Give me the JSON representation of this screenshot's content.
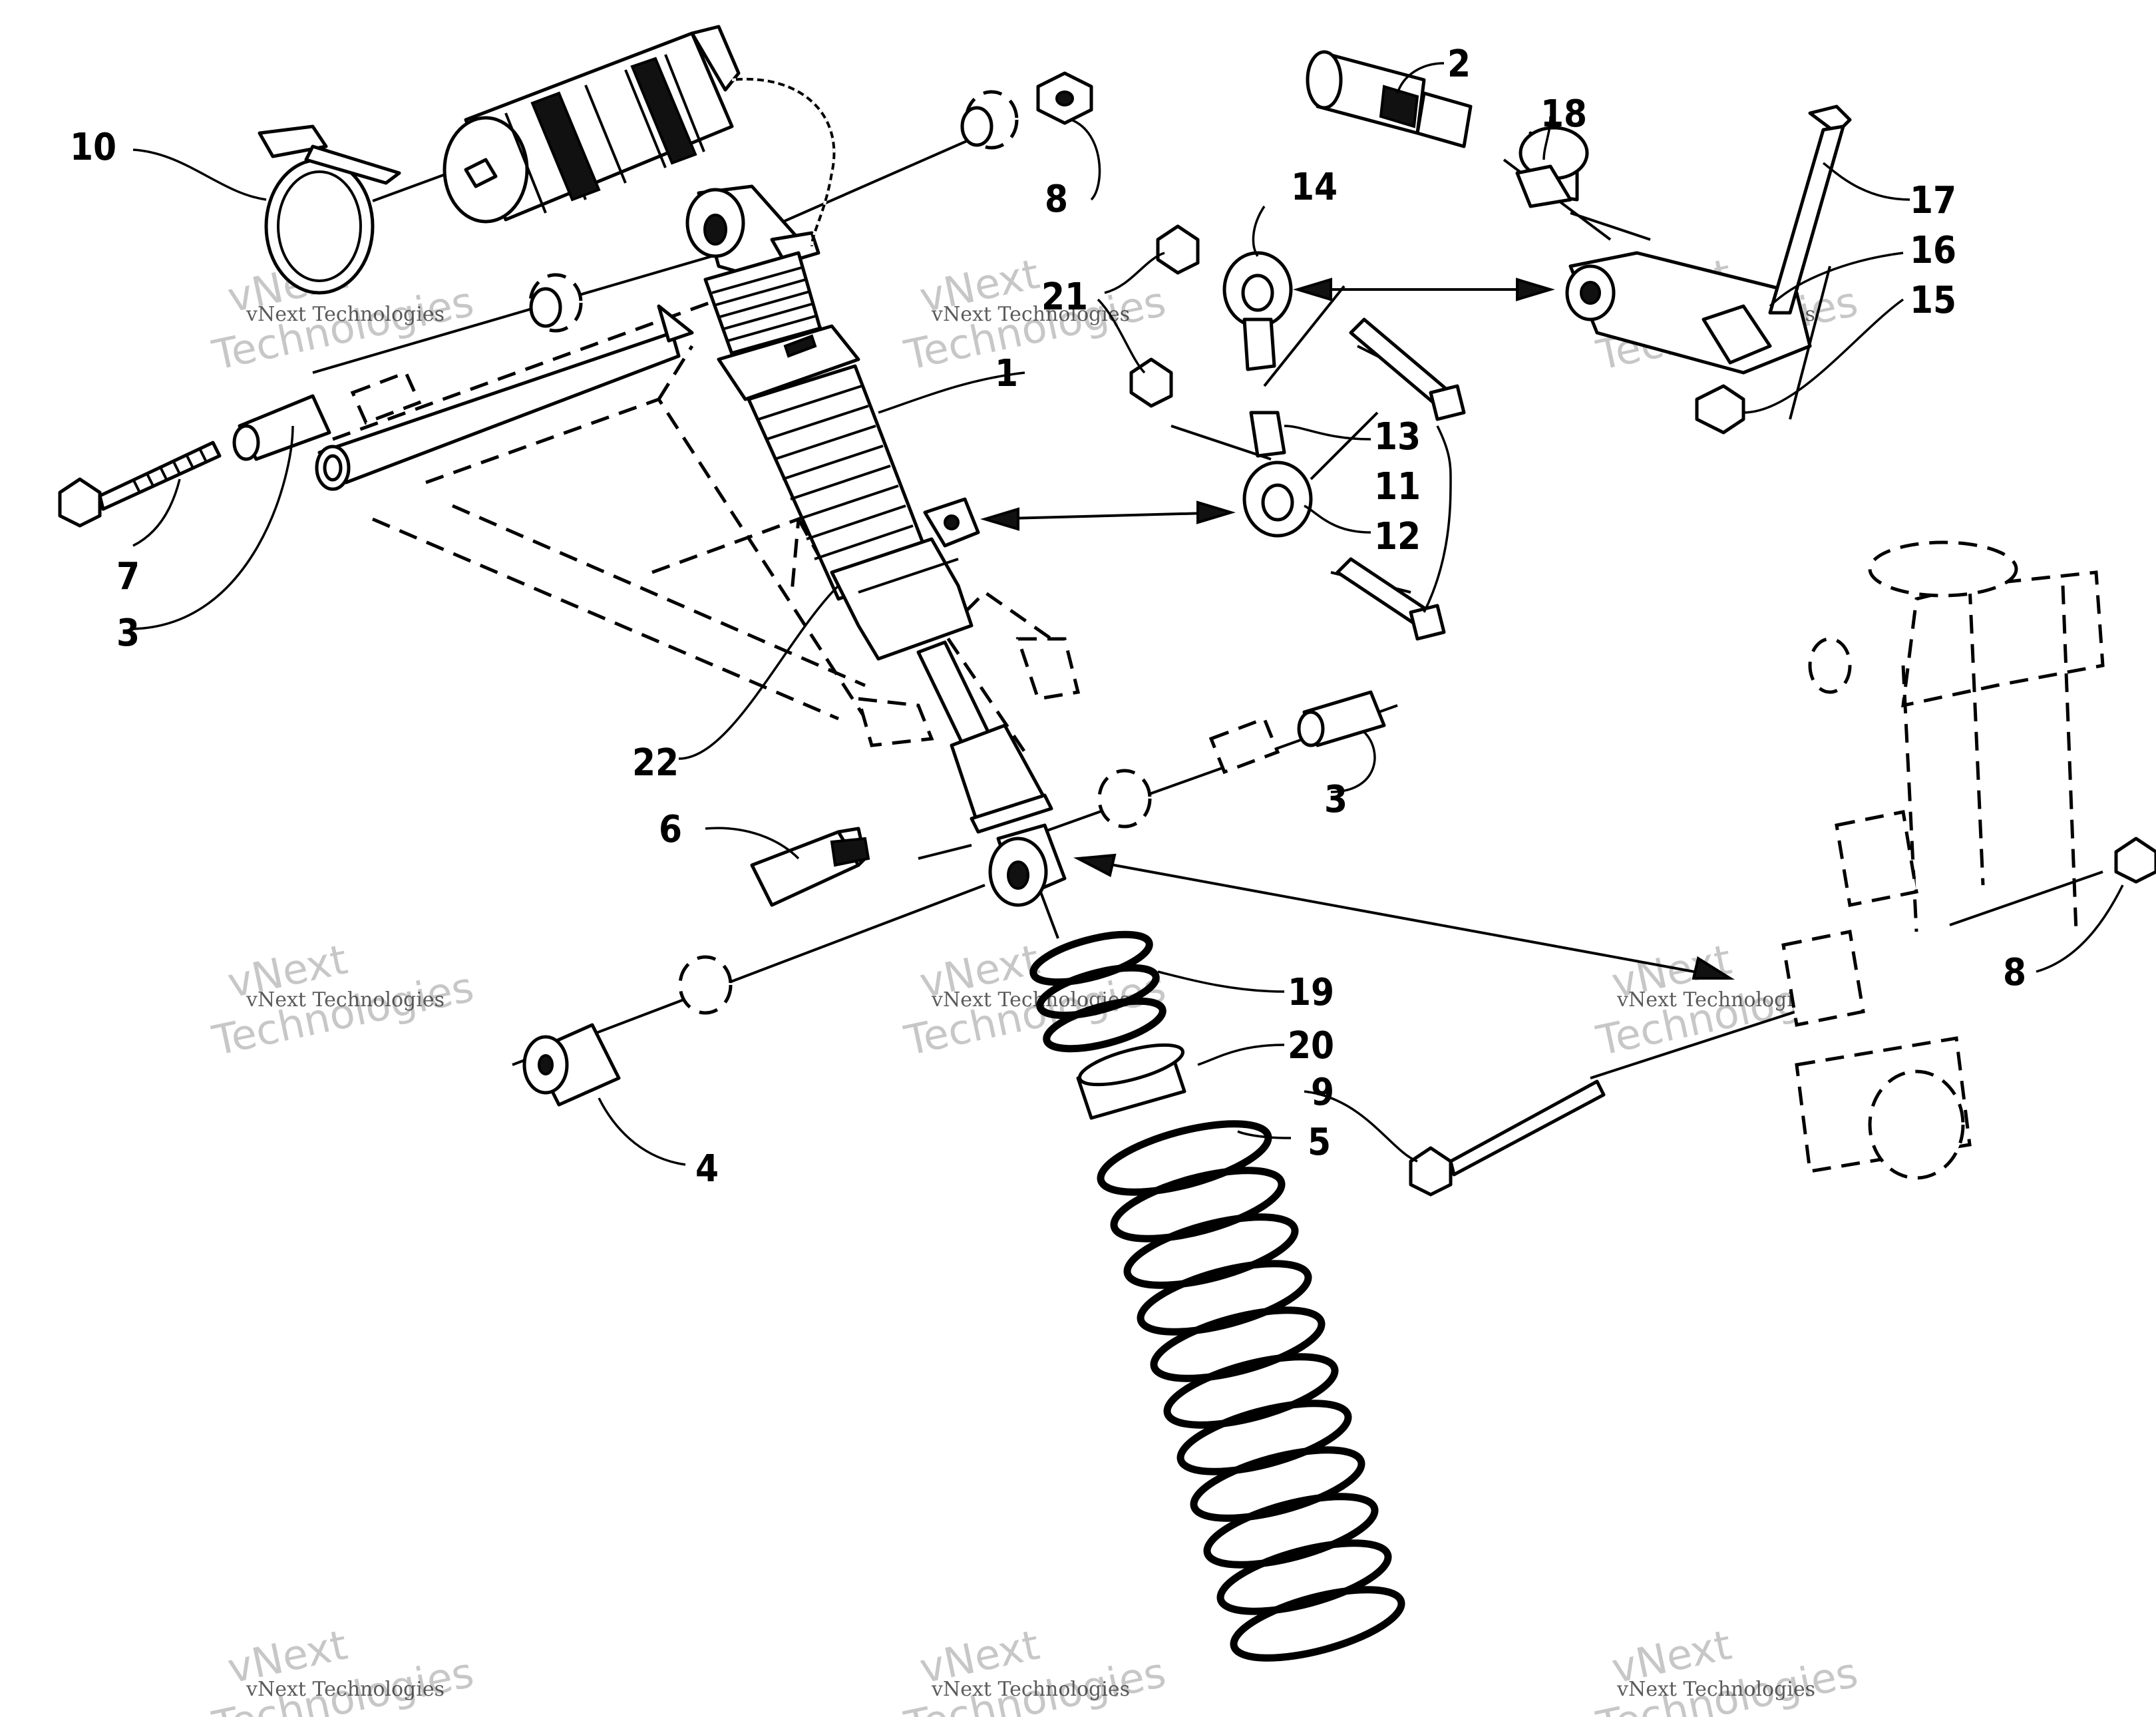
{
  "callouts": [
    {
      "id": "c1",
      "text": "1"
    },
    {
      "id": "c2",
      "text": "2"
    },
    {
      "id": "c3a",
      "text": "3"
    },
    {
      "id": "c3b",
      "text": "3"
    },
    {
      "id": "c4",
      "text": "4"
    },
    {
      "id": "c5",
      "text": "5"
    },
    {
      "id": "c6",
      "text": "6"
    },
    {
      "id": "c7",
      "text": "7"
    },
    {
      "id": "c8a",
      "text": "8"
    },
    {
      "id": "c8b",
      "text": "8"
    },
    {
      "id": "c9",
      "text": "9"
    },
    {
      "id": "c10",
      "text": "10"
    },
    {
      "id": "c11",
      "text": "11"
    },
    {
      "id": "c12",
      "text": "12"
    },
    {
      "id": "c13",
      "text": "13"
    },
    {
      "id": "c14",
      "text": "14"
    },
    {
      "id": "c15",
      "text": "15"
    },
    {
      "id": "c16",
      "text": "16"
    },
    {
      "id": "c17",
      "text": "17"
    },
    {
      "id": "c18",
      "text": "18"
    },
    {
      "id": "c19",
      "text": "19"
    },
    {
      "id": "c20",
      "text": "20"
    },
    {
      "id": "c21",
      "text": "21"
    },
    {
      "id": "c22",
      "text": "22"
    }
  ],
  "watermark": {
    "brand": "vNext",
    "company": "vNext Technologies",
    "word": "Technologies"
  }
}
